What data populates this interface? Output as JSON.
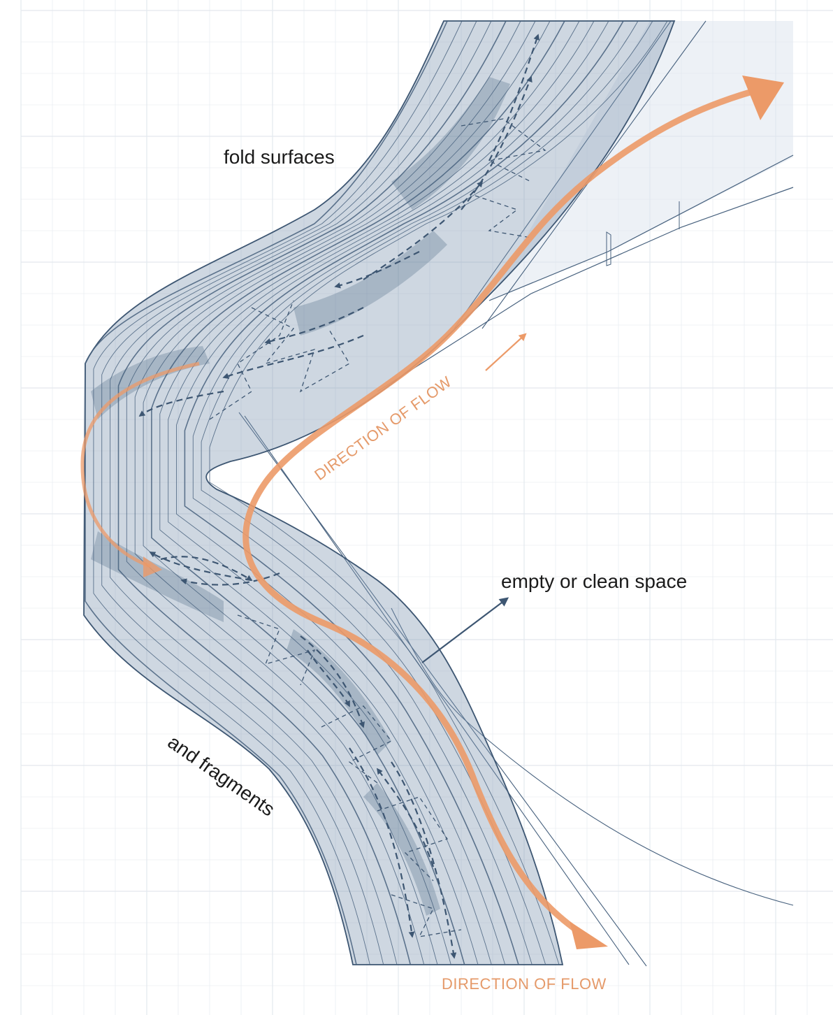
{
  "labels": {
    "fold_surfaces": "fold surfaces",
    "empty_space": "empty or clean space",
    "fragments": "and fragments",
    "flow_diagonal": "DIRECTION OF FLOW",
    "flow_bottom": "DIRECTION OF FLOW"
  },
  "colors": {
    "grid": "#dde3ea",
    "band_fill": "#7e97b0",
    "band_stroke": "#46607d",
    "arrow_dark": "#3d5672",
    "flow_orange": "#ec9a68"
  }
}
